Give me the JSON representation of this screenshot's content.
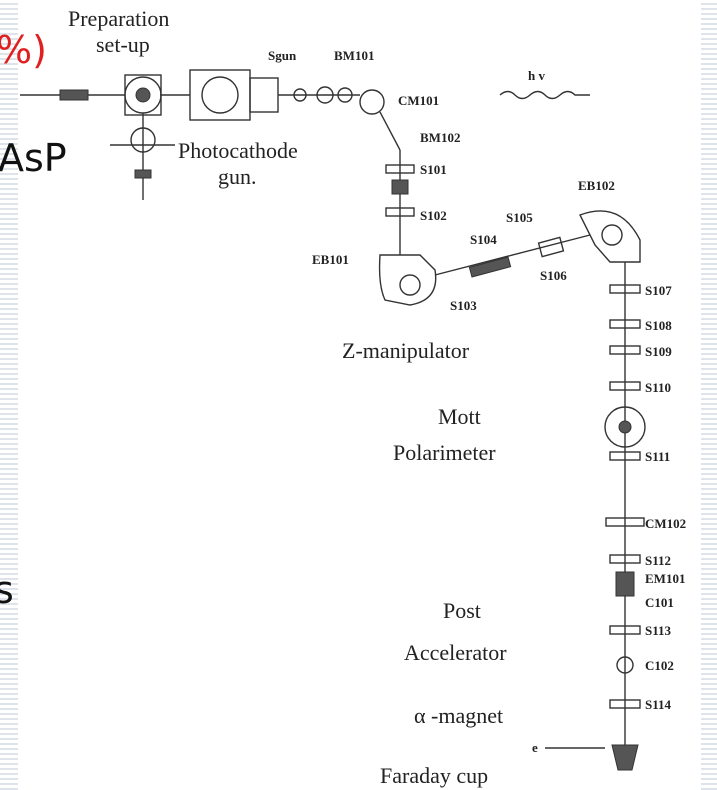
{
  "slide_fragments": {
    "percent_paren": "%)",
    "asp": "AsP",
    "s": "s"
  },
  "diagram": {
    "labels": {
      "preparation": "Preparation",
      "setup": "set-up",
      "sgun": "Sgun",
      "bm101": "BM101",
      "hv": "h v",
      "cm101": "CM101",
      "bm102": "BM102",
      "photocathode": "Photocathode",
      "gun": "gun.",
      "s101": "S101",
      "s102": "S102",
      "eb102": "EB102",
      "s105": "S105",
      "s104": "S104",
      "eb101": "EB101",
      "s106": "S106",
      "s103": "S103",
      "s107": "S107",
      "s108": "S108",
      "zmanip": "Z-manipulator",
      "s109": "S109",
      "s110": "S110",
      "mott": "Mott",
      "polarimeter": "Polarimeter",
      "s111": "S111",
      "cm102": "CM102",
      "s112": "S112",
      "em101": "EM101",
      "post": "Post",
      "c101": "C101",
      "s113": "S113",
      "accelerator": "Accelerator",
      "c102": "C102",
      "alpha_magnet": "α -magnet",
      "s114": "S114",
      "e": "e",
      "faraday": "Faraday cup"
    }
  }
}
